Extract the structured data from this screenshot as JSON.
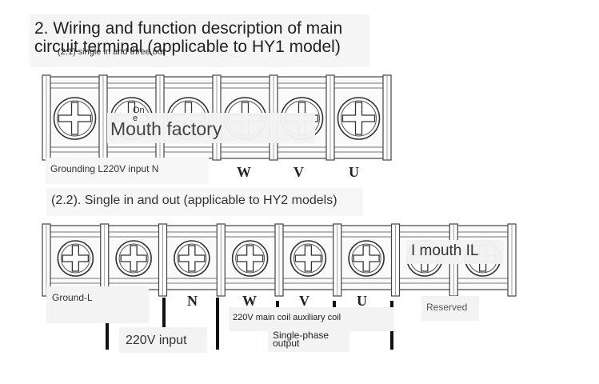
{
  "title": {
    "line1": "2. Wiring and function description of main",
    "line2": "circuit terminal (applicable to HY1 model)"
  },
  "section1": {
    "subtitle": "(2.1) single in and three out",
    "one_label": "On\ne",
    "overlay_label": "Mouth factory",
    "bottom_label": "Grounding L220V input N",
    "terminal_letters": [
      "W",
      "V",
      "U"
    ]
  },
  "section2": {
    "subtitle": "(2.2). Single in and out (applicable to HY2 models)",
    "overlay_label": "I mouth IL",
    "ground_label": "Ground-L",
    "terminal_letters": [
      "N",
      "W",
      "V",
      "U"
    ],
    "reserved_label": "Reserved",
    "coil_label": "220V main coil auxiliary coil",
    "input_label": "220V input",
    "output_label": "Single-phase\noutput"
  },
  "colors": {
    "ink": "#222222",
    "panel": "#f3f3f3"
  }
}
